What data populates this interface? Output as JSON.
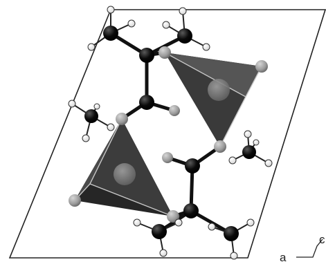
{
  "axes": {
    "a_label": "a",
    "c_label": "c"
  },
  "colors": {
    "background": "#ffffff",
    "cell_edge": "#222222",
    "bond": "#111111",
    "carbon": "#050505",
    "carbon_highlight": "#5a5a5a",
    "hydrogen": "#ffffff",
    "hydrogen_edge": "#333333",
    "oxygen": "#9a9a9a",
    "oxygen_highlight": "#d6d6d6",
    "polyhedron_dark": "#2e2e2e",
    "polyhedron_light": "#5b5b5b",
    "polyhedron_edge": "#c8c8c8",
    "center_atom": "#707070"
  },
  "structure": {
    "polyhedra_count": 2,
    "methyl_groups_count": 4,
    "ammonium_like_groups_count": 2
  }
}
